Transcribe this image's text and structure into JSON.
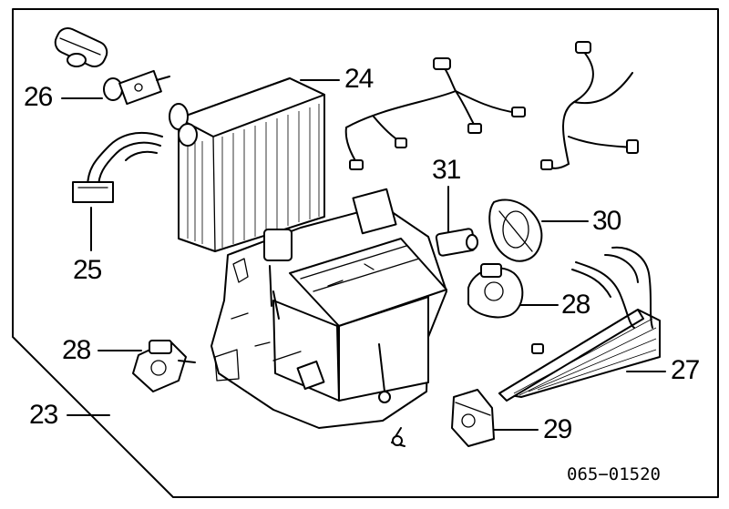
{
  "diagram": {
    "callouts": {
      "c23": "23",
      "c24": "24",
      "c25": "25",
      "c26": "26",
      "c27": "27",
      "c28a": "28",
      "c28b": "28",
      "c29": "29",
      "c30": "30",
      "c31": "31"
    },
    "catalog_code": "065−01520"
  }
}
